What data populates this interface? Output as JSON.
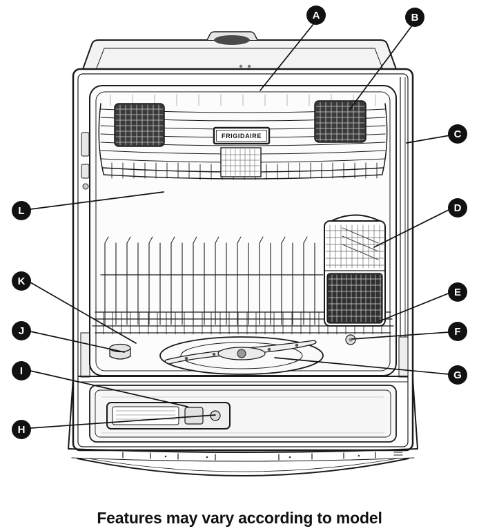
{
  "caption": "Features may vary according to model",
  "brand_label": "FRIGIDAIRE",
  "callouts": [
    {
      "letter": "A"
    },
    {
      "letter": "B"
    },
    {
      "letter": "C"
    },
    {
      "letter": "D"
    },
    {
      "letter": "E"
    },
    {
      "letter": "F"
    },
    {
      "letter": "G"
    },
    {
      "letter": "H"
    },
    {
      "letter": "I"
    },
    {
      "letter": "J"
    },
    {
      "letter": "K"
    },
    {
      "letter": "L"
    }
  ],
  "colors": {
    "line": "#1a1a1a",
    "badge_bg": "#111111",
    "badge_text": "#ffffff"
  }
}
